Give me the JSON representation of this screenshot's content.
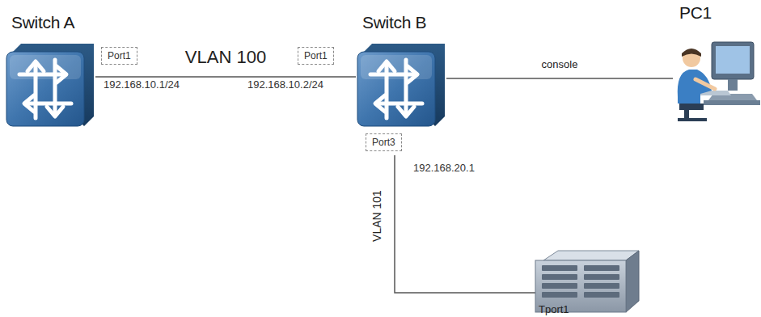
{
  "diagram": {
    "nodes": [
      {
        "text": [
          "Switch A"
        ]
      },
      {
        "text": [
          "Port1"
        ]
      },
      {
        "text": [
          "Port1"
        ]
      },
      {
        "text": [
          "Switch B"
        ]
      },
      {
        "text": [
          "PC1"
        ]
      },
      {
        "text": [
          "Port3"
        ]
      },
      {
        "text": [
          "Tport1"
        ]
      }
    ],
    "edges": [
      {
        "from": 0,
        "to": 3,
        "label": "VLAN 100",
        "arrow": "none"
      },
      {
        "from": 3,
        "to": 4,
        "label": "console",
        "arrow": "none"
      },
      {
        "from": 3,
        "to": 6,
        "label": "VLAN 101",
        "arrow": "none"
      }
    ],
    "labels": [
      "192.168.10.1/24",
      "192.168.10.2/24",
      "192.168.20.1"
    ]
  }
}
